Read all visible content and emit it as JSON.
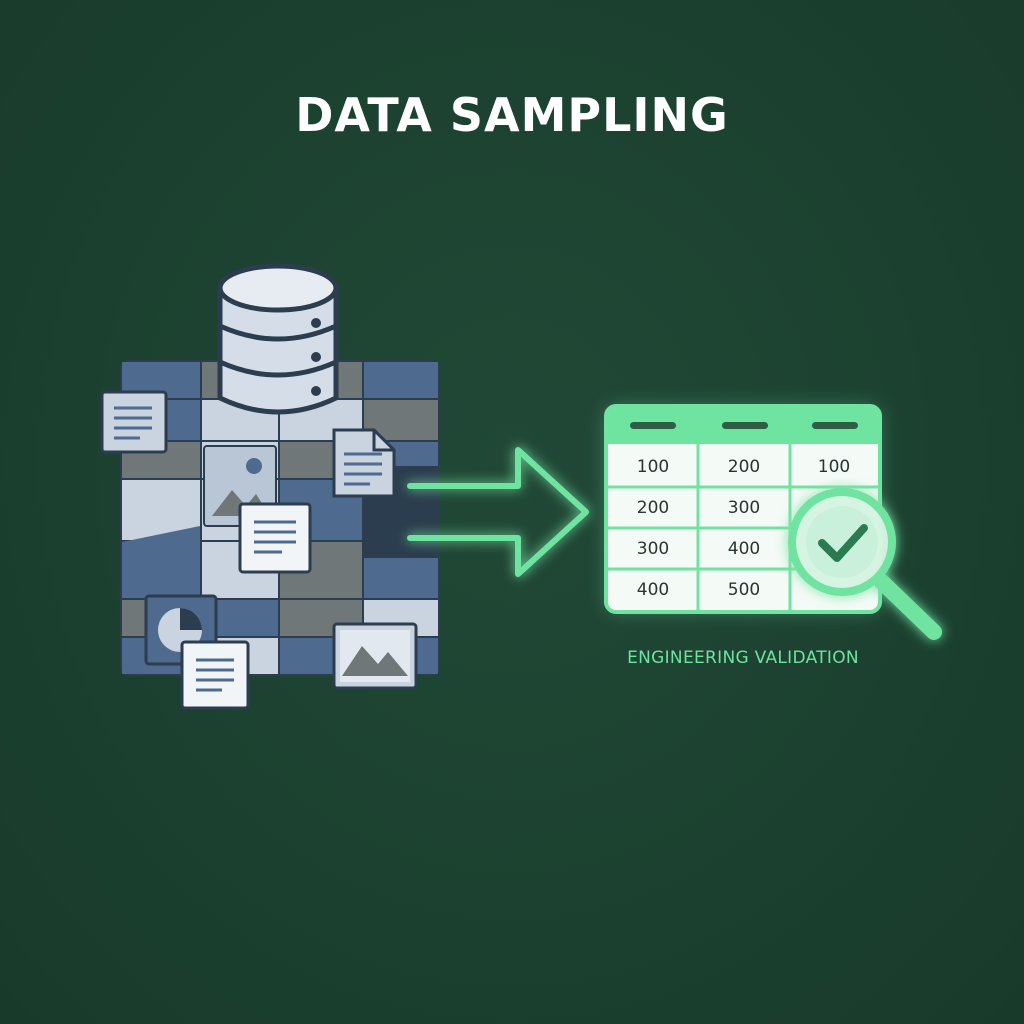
{
  "title": "DATA SAMPLING",
  "caption": "ENGINEERING VALIDATION",
  "colors": {
    "background": "#1c4130",
    "accent_green": "#6fe3a0",
    "tile_blue": "#4f6a8f",
    "tile_gray": "#6f7778",
    "tile_light": "#c9d4e0"
  },
  "icons": [
    "database-icon",
    "document-icon",
    "image-icon",
    "pie-chart-icon",
    "arrow-icon",
    "magnifier-icon",
    "checkmark-icon"
  ],
  "sample_table": {
    "rows": [
      [
        "100",
        "200",
        "100"
      ],
      [
        "200",
        "300",
        ""
      ],
      [
        "300",
        "400",
        ""
      ],
      [
        "400",
        "500",
        ""
      ]
    ]
  }
}
